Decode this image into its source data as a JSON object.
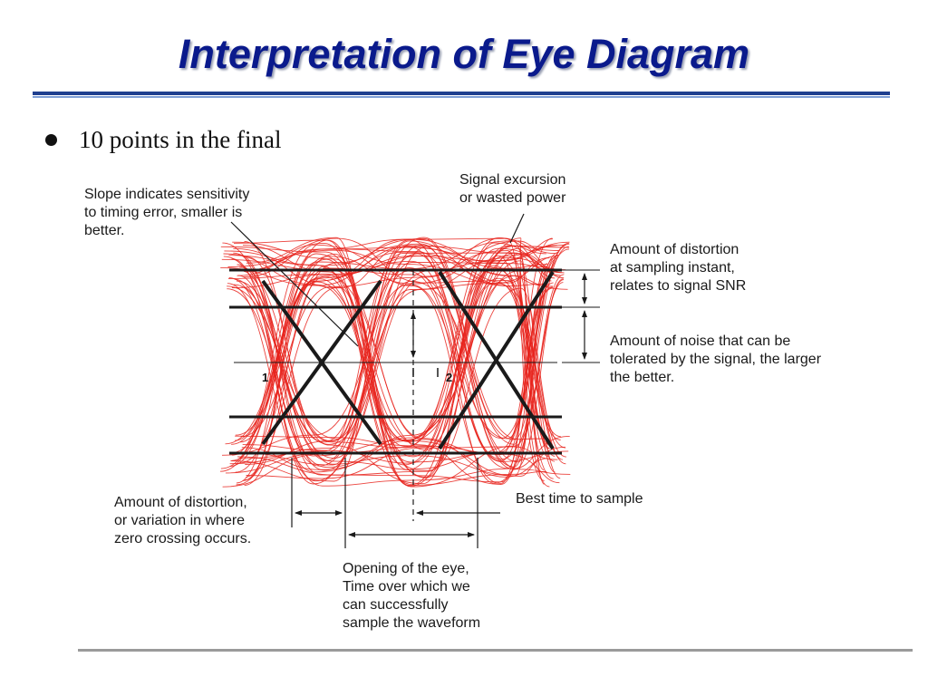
{
  "slide": {
    "title": "Interpretation of Eye Diagram",
    "bullet": "10 points in the final"
  },
  "diagram": {
    "trace_color": "#e8231c",
    "line_color": "#1a1a1a",
    "axis_labels": [
      "1",
      "2"
    ],
    "annotations": {
      "slope": [
        "Slope indicates sensitivity",
        "to timing error, smaller is",
        "better."
      ],
      "excursion": [
        "Signal excursion",
        "or wasted power"
      ],
      "distortion_sampling": [
        "Amount of distortion",
        "at sampling instant,",
        "relates to signal SNR"
      ],
      "noise": [
        "Amount of noise that can be",
        "tolerated by the signal, the larger",
        "the better."
      ],
      "zero_crossing": [
        "Amount of distortion,",
        "or variation in where",
        "zero crossing occurs."
      ],
      "best_time": [
        "Best time to sample"
      ],
      "opening": [
        "Opening of the eye,",
        "Time over which we",
        "can successfully",
        "sample the waveform"
      ]
    }
  }
}
